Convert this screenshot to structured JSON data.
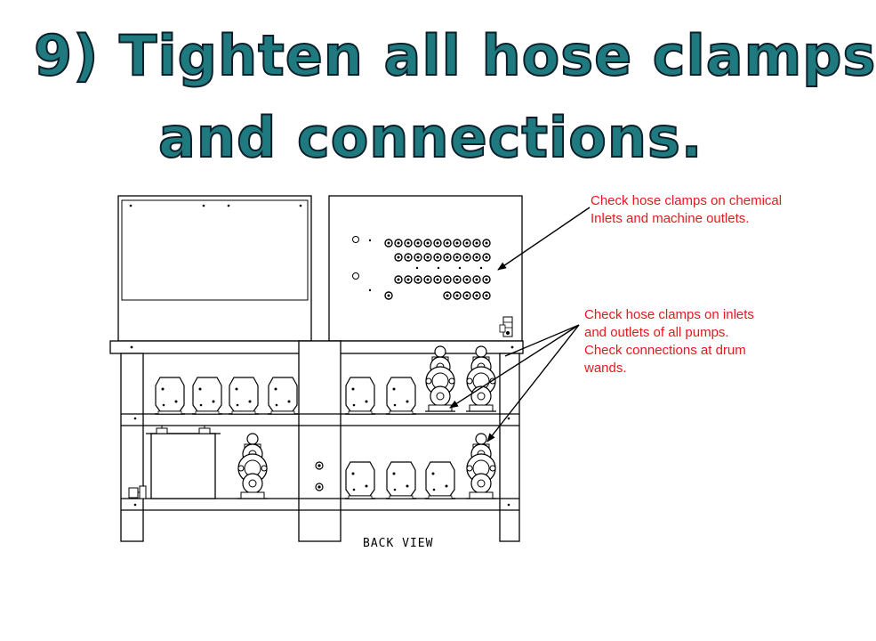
{
  "title": {
    "line1": "9)  Tighten all hose clamps",
    "line2": "and connections."
  },
  "callouts": {
    "chemical_inlets": {
      "lines": [
        "Check hose clamps on chemical",
        "Inlets and machine outlets."
      ]
    },
    "pumps": {
      "lines": [
        "Check hose clamps on inlets",
        "and outlets of all pumps.",
        "Check connections at drum",
        "wands."
      ]
    }
  },
  "diagram": {
    "view_label": "BACK  VIEW"
  },
  "colors": {
    "title_fill": "#1f7a80",
    "title_outline": "#0b1f2a",
    "callout_text": "#e8191e",
    "drawing_line": "#000000"
  }
}
